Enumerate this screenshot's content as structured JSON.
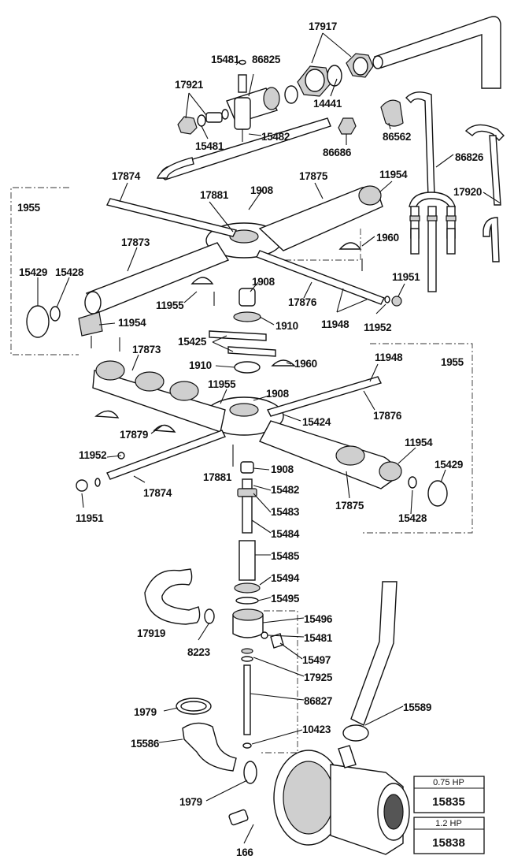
{
  "parts": {
    "p17917": "17917",
    "p15481a": "15481",
    "p86825": "86825",
    "p17921": "17921",
    "p14441": "14441",
    "p15481b": "15481",
    "p15482a": "15482",
    "p86686": "86686",
    "p86562": "86562",
    "p86826": "86826",
    "p17874a": "17874",
    "p17875a": "17875",
    "p11954a": "11954",
    "p1955a": "1955",
    "p17881a": "17881",
    "p1908a": "1908",
    "p17920": "17920",
    "p17873a": "17873",
    "p1960a": "1960",
    "p15429a": "15429",
    "p15428a": "15428",
    "p1908b": "1908",
    "p11951a": "11951",
    "p11955a": "11955",
    "p17876a": "17876",
    "p11954b": "11954",
    "p1910a": "1910",
    "p11948a": "11948",
    "p11952a": "11952",
    "p15425": "15425",
    "p17873b": "17873",
    "p1910b": "1910",
    "p1960b": "1960",
    "p11948b": "11948",
    "p1955b": "1955",
    "p11955b": "11955",
    "p1908c": "1908",
    "p17876b": "17876",
    "p15424": "15424",
    "p17879": "17879",
    "p11954c": "11954",
    "p11952b": "11952",
    "p17881b": "17881",
    "p1908d": "1908",
    "p15429b": "15429",
    "p15482b": "15482",
    "p17874b": "17874",
    "p15483": "15483",
    "p17875b": "17875",
    "p11951b": "11951",
    "p15428b": "15428",
    "p15484": "15484",
    "p15485": "15485",
    "p15494": "15494",
    "p15495": "15495",
    "p15496": "15496",
    "p17919": "17919",
    "p15481c": "15481",
    "p8223": "8223",
    "p15497": "15497",
    "p17925": "17925",
    "p86827": "86827",
    "p15589": "15589",
    "p1979a": "1979",
    "p10423": "10423",
    "p15586": "15586",
    "p1979b": "1979",
    "p166": "166"
  },
  "motor_options": [
    {
      "hp": "0.75 HP",
      "part": "15835"
    },
    {
      "hp": "1.2 HP",
      "part": "15838"
    }
  ]
}
